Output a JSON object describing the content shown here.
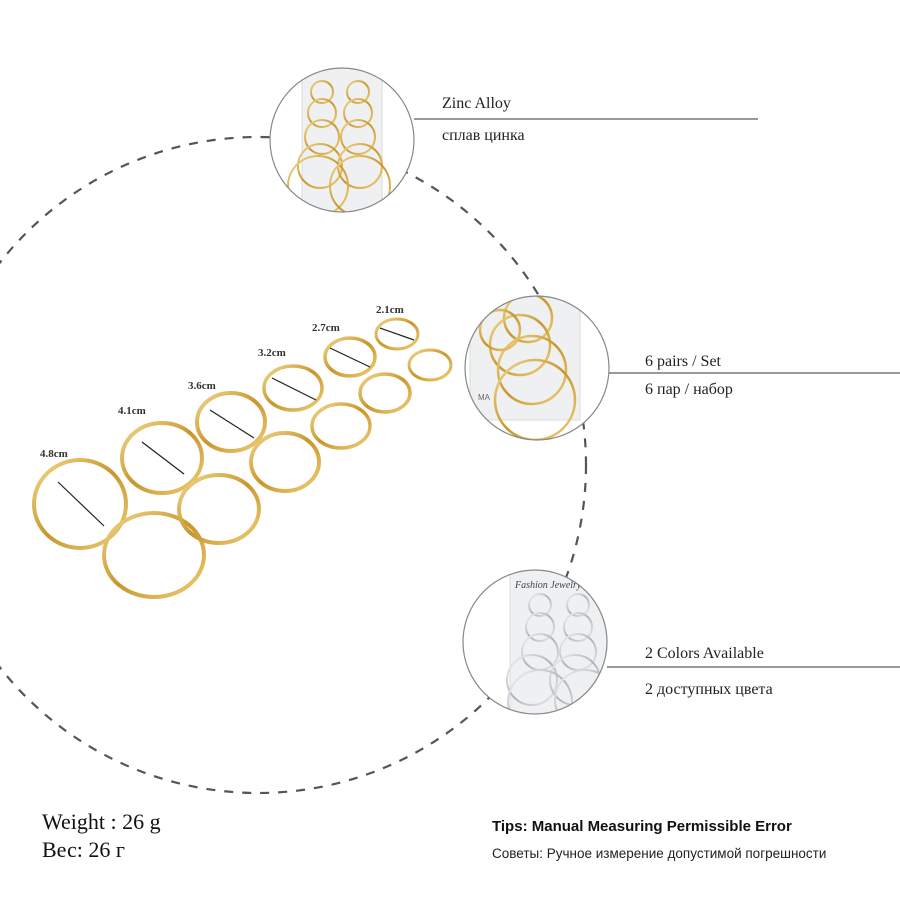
{
  "features": [
    {
      "en": "Zinc Alloy",
      "ru": "сплав цинка"
    },
    {
      "en": "6 pairs / Set",
      "ru": "6 пар / набор"
    },
    {
      "en": "2 Colors Available",
      "ru": "2 доступных цвета"
    }
  ],
  "sizes": [
    "4.8cm",
    "4.1cm",
    "3.6cm",
    "3.2cm",
    "2.7cm",
    "2.1cm"
  ],
  "card_brand": "Fashion Jewelry",
  "weight": {
    "en": "Weight : 26 g",
    "ru": "Вес: 26 г"
  },
  "tips": {
    "en": "Tips: Manual Measuring Permissible Error",
    "ru": "Советы: Ручное измерение допустимой погрешности"
  },
  "colors": {
    "gold": "#d4a73c",
    "gold_light": "#f0d58a",
    "silver": "#c9ccd2",
    "dash": "#555555"
  }
}
